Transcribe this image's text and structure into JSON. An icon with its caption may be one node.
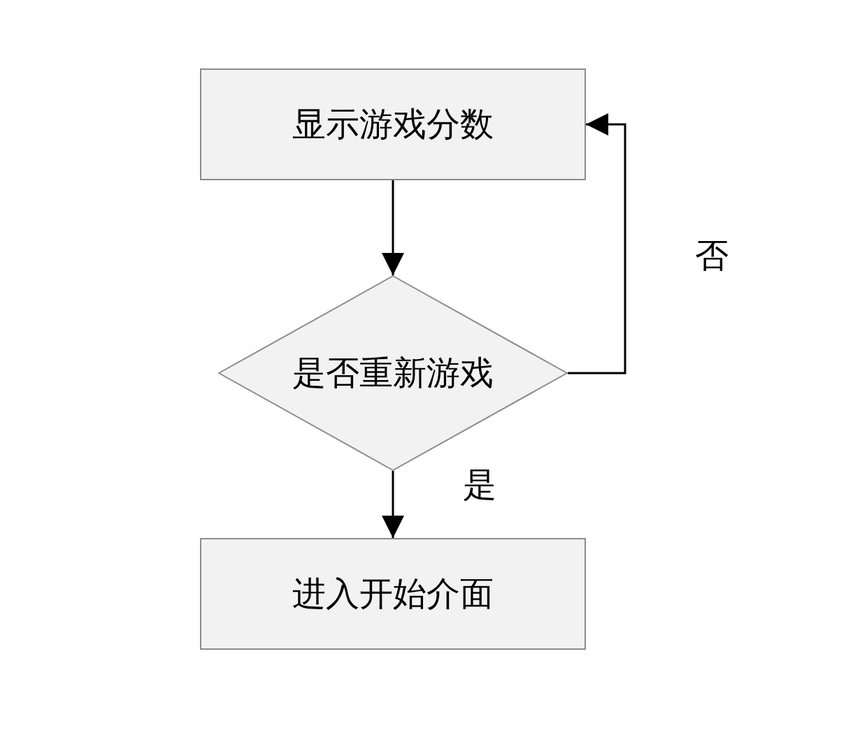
{
  "diagram": {
    "nodes": [
      {
        "text": [
          "显示游戏分数"
        ]
      },
      {
        "text": [
          "是否重新游戏"
        ]
      },
      {
        "text": [
          "进入开始介面"
        ]
      }
    ],
    "edges": [
      {
        "from": 0,
        "to": 1,
        "arrow": "to"
      },
      {
        "from": 1,
        "to": 0,
        "arrow": "to",
        "label": "否"
      },
      {
        "from": 1,
        "to": 2,
        "arrow": "to",
        "label": "是"
      }
    ]
  }
}
